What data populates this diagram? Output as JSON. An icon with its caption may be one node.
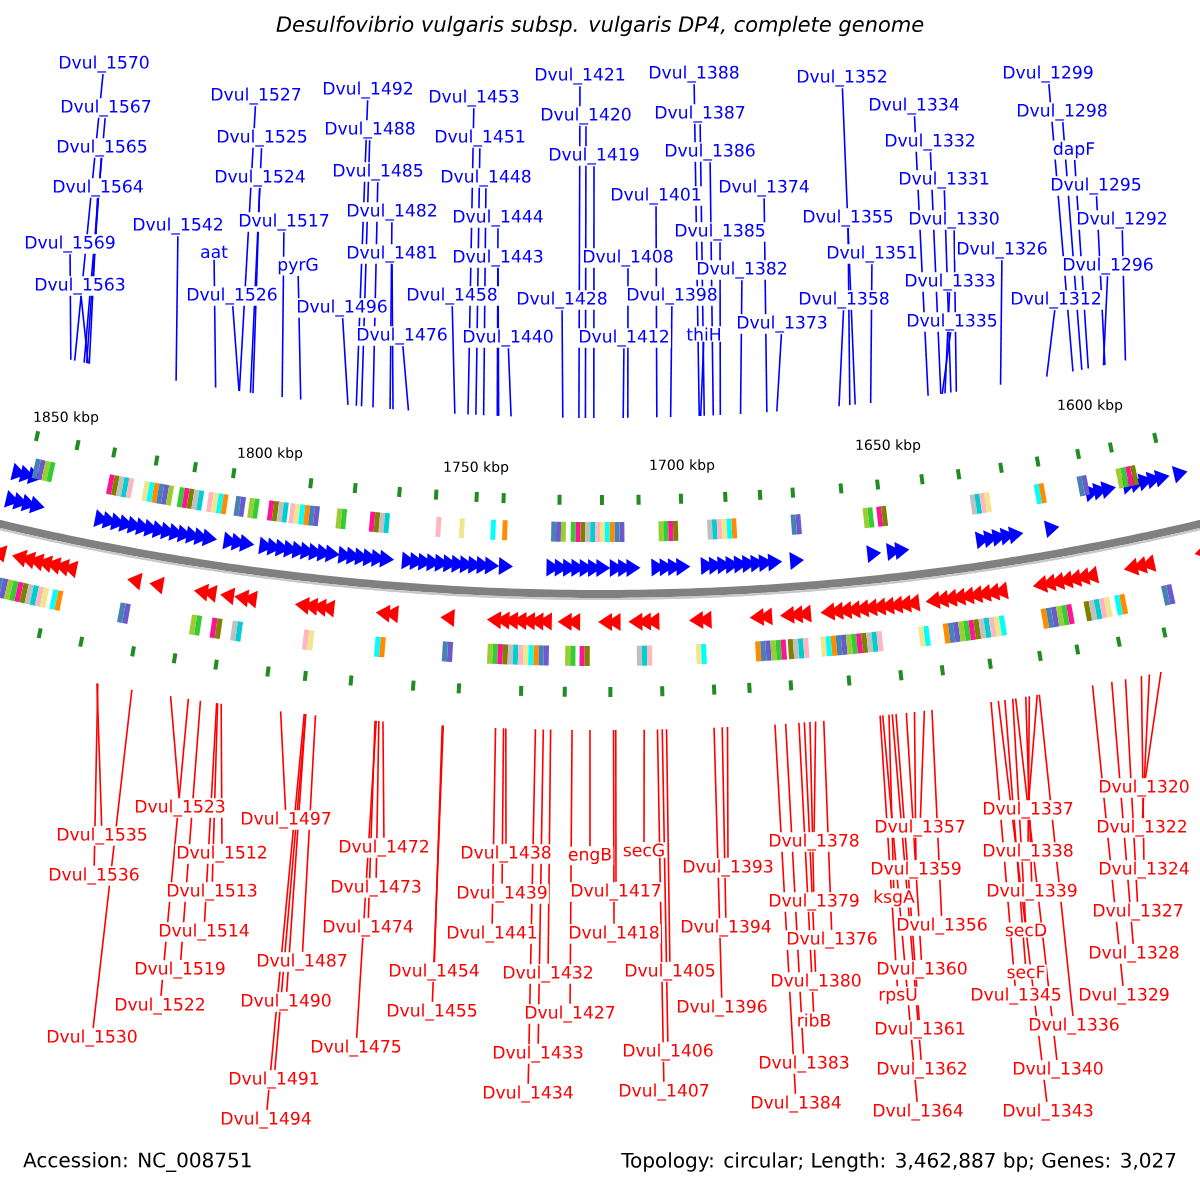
{
  "diagram": {
    "title": "Desulfovibrio vulgaris subsp. vulgaris DP4, complete genome",
    "nodes": [
      {
        "text": [
          "Dvul_1570"
        ]
      },
      {
        "text": [
          "Dvul_1567"
        ]
      },
      {
        "text": [
          "Dvul_1565"
        ]
      },
      {
        "text": [
          "Dvul_1564"
        ]
      },
      {
        "text": [
          "Dvul_1569"
        ]
      },
      {
        "text": [
          "Dvul_1563"
        ]
      },
      {
        "text": [
          "Dvul_1542"
        ]
      },
      {
        "text": [
          "aat"
        ]
      },
      {
        "text": [
          "Dvul_1527"
        ]
      },
      {
        "text": [
          "Dvul_1525"
        ]
      },
      {
        "text": [
          "Dvul_1524"
        ]
      },
      {
        "text": [
          "Dvul_1517"
        ]
      },
      {
        "text": [
          "Dvul_1526"
        ]
      },
      {
        "text": [
          "pyrG"
        ]
      },
      {
        "text": [
          "Dvul_1492"
        ]
      },
      {
        "text": [
          "Dvul_1488"
        ]
      },
      {
        "text": [
          "Dvul_1485"
        ]
      },
      {
        "text": [
          "Dvul_1482"
        ]
      },
      {
        "text": [
          "Dvul_1481"
        ]
      },
      {
        "text": [
          "Dvul_1496"
        ]
      },
      {
        "text": [
          "Dvul_1476"
        ]
      },
      {
        "text": [
          "Dvul_1453"
        ]
      },
      {
        "text": [
          "Dvul_1451"
        ]
      },
      {
        "text": [
          "Dvul_1448"
        ]
      },
      {
        "text": [
          "Dvul_1444"
        ]
      },
      {
        "text": [
          "Dvul_1443"
        ]
      },
      {
        "text": [
          "Dvul_1458"
        ]
      },
      {
        "text": [
          "Dvul_1440"
        ]
      },
      {
        "text": [
          "Dvul_1421"
        ]
      },
      {
        "text": [
          "Dvul_1420"
        ]
      },
      {
        "text": [
          "Dvul_1419"
        ]
      },
      {
        "text": [
          "Dvul_1428"
        ]
      },
      {
        "text": [
          "Dvul_1388"
        ]
      },
      {
        "text": [
          "Dvul_1387"
        ]
      },
      {
        "text": [
          "Dvul_1386"
        ]
      },
      {
        "text": [
          "Dvul_1401"
        ]
      },
      {
        "text": [
          "Dvul_1374"
        ]
      },
      {
        "text": [
          "Dvul_1385"
        ]
      },
      {
        "text": [
          "Dvul_1408"
        ]
      },
      {
        "text": [
          "Dvul_1398"
        ]
      },
      {
        "text": [
          "Dvul_1382"
        ]
      },
      {
        "text": [
          "thiH"
        ]
      },
      {
        "text": [
          "Dvul_1412"
        ]
      },
      {
        "text": [
          "Dvul_1373"
        ]
      },
      {
        "text": [
          "Dvul_1352"
        ]
      },
      {
        "text": [
          "Dvul_1355"
        ]
      },
      {
        "text": [
          "Dvul_1351"
        ]
      },
      {
        "text": [
          "Dvul_1358"
        ]
      },
      {
        "text": [
          "Dvul_1334"
        ]
      },
      {
        "text": [
          "Dvul_1332"
        ]
      },
      {
        "text": [
          "Dvul_1331"
        ]
      },
      {
        "text": [
          "Dvul_1330"
        ]
      },
      {
        "text": [
          "Dvul_1333"
        ]
      },
      {
        "text": [
          "Dvul_1335"
        ]
      },
      {
        "text": [
          "Dvul_1326"
        ]
      },
      {
        "text": [
          "Dvul_1312"
        ]
      },
      {
        "text": [
          "Dvul_1299"
        ]
      },
      {
        "text": [
          "Dvul_1298"
        ]
      },
      {
        "text": [
          "dapF"
        ]
      },
      {
        "text": [
          "Dvul_1295"
        ]
      },
      {
        "text": [
          "Dvul_1292"
        ]
      },
      {
        "text": [
          "Dvul_1296"
        ]
      },
      {
        "text": [
          "Dvul_1523"
        ]
      },
      {
        "text": [
          "Dvul_1535"
        ]
      },
      {
        "text": [
          "Dvul_1536"
        ]
      },
      {
        "text": [
          "Dvul_1512"
        ]
      },
      {
        "text": [
          "Dvul_1513"
        ]
      },
      {
        "text": [
          "Dvul_1514"
        ]
      },
      {
        "text": [
          "Dvul_1519"
        ]
      },
      {
        "text": [
          "Dvul_1522"
        ]
      },
      {
        "text": [
          "Dvul_1530"
        ]
      },
      {
        "text": [
          "Dvul_1497"
        ]
      },
      {
        "text": [
          "Dvul_1487"
        ]
      },
      {
        "text": [
          "Dvul_1490"
        ]
      },
      {
        "text": [
          "Dvul_1491"
        ]
      },
      {
        "text": [
          "Dvul_1494"
        ]
      },
      {
        "text": [
          "Dvul_1472"
        ]
      },
      {
        "text": [
          "Dvul_1473"
        ]
      },
      {
        "text": [
          "Dvul_1474"
        ]
      },
      {
        "text": [
          "Dvul_1475"
        ]
      },
      {
        "text": [
          "Dvul_1454"
        ]
      },
      {
        "text": [
          "Dvul_1455"
        ]
      },
      {
        "text": [
          "Dvul_1438"
        ]
      },
      {
        "text": [
          "Dvul_1439"
        ]
      },
      {
        "text": [
          "Dvul_1441"
        ]
      },
      {
        "text": [
          "Dvul_1432"
        ]
      },
      {
        "text": [
          "Dvul_1433"
        ]
      },
      {
        "text": [
          "Dvul_1434"
        ]
      },
      {
        "text": [
          "engB"
        ]
      },
      {
        "text": [
          "secG"
        ]
      },
      {
        "text": [
          "Dvul_1417"
        ]
      },
      {
        "text": [
          "Dvul_1418"
        ]
      },
      {
        "text": [
          "Dvul_1427"
        ]
      },
      {
        "text": [
          "Dvul_1405"
        ]
      },
      {
        "text": [
          "Dvul_1406"
        ]
      },
      {
        "text": [
          "Dvul_1407"
        ]
      },
      {
        "text": [
          "Dvul_1393"
        ]
      },
      {
        "text": [
          "Dvul_1394"
        ]
      },
      {
        "text": [
          "Dvul_1396"
        ]
      },
      {
        "text": [
          "Dvul_1378"
        ]
      },
      {
        "text": [
          "Dvul_1379"
        ]
      },
      {
        "text": [
          "Dvul_1376"
        ]
      },
      {
        "text": [
          "Dvul_1380"
        ]
      },
      {
        "text": [
          "ribB"
        ]
      },
      {
        "text": [
          "Dvul_1383"
        ]
      },
      {
        "text": [
          "Dvul_1384"
        ]
      },
      {
        "text": [
          "Dvul_1357"
        ]
      },
      {
        "text": [
          "Dvul_1359"
        ]
      },
      {
        "text": [
          "ksgA"
        ]
      },
      {
        "text": [
          "Dvul_1356"
        ]
      },
      {
        "text": [
          "Dvul_1360"
        ]
      },
      {
        "text": [
          "rpsU"
        ]
      },
      {
        "text": [
          "Dvul_1361"
        ]
      },
      {
        "text": [
          "Dvul_1362"
        ]
      },
      {
        "text": [
          "Dvul_1364"
        ]
      },
      {
        "text": [
          "Dvul_1337"
        ]
      },
      {
        "text": [
          "Dvul_1338"
        ]
      },
      {
        "text": [
          "Dvul_1339"
        ]
      },
      {
        "text": [
          "secD"
        ]
      },
      {
        "text": [
          "secF"
        ]
      },
      {
        "text": [
          "Dvul_1345"
        ]
      },
      {
        "text": [
          "Dvul_1336"
        ]
      },
      {
        "text": [
          "Dvul_1340"
        ]
      },
      {
        "text": [
          "Dvul_1343"
        ]
      },
      {
        "text": [
          "Dvul_1320"
        ]
      },
      {
        "text": [
          "Dvul_1322"
        ]
      },
      {
        "text": [
          "Dvul_1324"
        ]
      },
      {
        "text": [
          "Dvul_1327"
        ]
      },
      {
        "text": [
          "Dvul_1328"
        ]
      },
      {
        "text": [
          "Dvul_1329"
        ]
      }
    ],
    "edges": [
      {
        "from": 0,
        "to": null,
        "arrow": "none",
        "color": "#0000ff"
      },
      {
        "from": 1,
        "to": null,
        "arrow": "none",
        "color": "#0000ff"
      },
      {
        "from": 2,
        "to": null,
        "arrow": "none",
        "color": "#0000ff"
      },
      {
        "from": 3,
        "to": null,
        "arrow": "none",
        "color": "#0000ff"
      },
      {
        "from": 4,
        "to": null,
        "arrow": "none",
        "color": "#0000ff"
      },
      {
        "from": 5,
        "to": null,
        "arrow": "none",
        "color": "#0000ff"
      },
      {
        "from": 6,
        "to": null,
        "arrow": "none",
        "color": "#0000ff"
      },
      {
        "from": 7,
        "to": null,
        "arrow": "none",
        "color": "#0000ff"
      },
      {
        "from": 8,
        "to": null,
        "arrow": "none",
        "color": "#0000ff"
      },
      {
        "from": 9,
        "to": null,
        "arrow": "none",
        "color": "#0000ff"
      },
      {
        "from": 10,
        "to": null,
        "arrow": "none",
        "color": "#0000ff"
      },
      {
        "from": 11,
        "to": null,
        "arrow": "none",
        "color": "#0000ff"
      },
      {
        "from": 12,
        "to": null,
        "arrow": "none",
        "color": "#0000ff"
      },
      {
        "from": 13,
        "to": null,
        "arrow": "none",
        "color": "#0000ff"
      },
      {
        "from": 14,
        "to": null,
        "arrow": "none",
        "color": "#0000ff"
      },
      {
        "from": 15,
        "to": null,
        "arrow": "none",
        "color": "#0000ff"
      },
      {
        "from": 16,
        "to": null,
        "arrow": "none",
        "color": "#0000ff"
      },
      {
        "from": 17,
        "to": null,
        "arrow": "none",
        "color": "#0000ff"
      },
      {
        "from": 18,
        "to": null,
        "arrow": "none",
        "color": "#0000ff"
      },
      {
        "from": 19,
        "to": null,
        "arrow": "none",
        "color": "#0000ff"
      },
      {
        "from": 20,
        "to": null,
        "arrow": "none",
        "color": "#0000ff"
      },
      {
        "from": 21,
        "to": null,
        "arrow": "none",
        "color": "#0000ff"
      },
      {
        "from": 22,
        "to": null,
        "arrow": "none",
        "color": "#0000ff"
      },
      {
        "from": 23,
        "to": null,
        "arrow": "none",
        "color": "#0000ff"
      },
      {
        "from": 24,
        "to": null,
        "arrow": "none",
        "color": "#0000ff"
      },
      {
        "from": 25,
        "to": null,
        "arrow": "none",
        "color": "#0000ff"
      },
      {
        "from": 26,
        "to": null,
        "arrow": "none",
        "color": "#0000ff"
      },
      {
        "from": 27,
        "to": null,
        "arrow": "none",
        "color": "#0000ff"
      },
      {
        "from": 28,
        "to": null,
        "arrow": "none",
        "color": "#0000ff"
      },
      {
        "from": 29,
        "to": null,
        "arrow": "none",
        "color": "#0000ff"
      },
      {
        "from": 30,
        "to": null,
        "arrow": "none",
        "color": "#0000ff"
      },
      {
        "from": 31,
        "to": null,
        "arrow": "none",
        "color": "#0000ff"
      },
      {
        "from": 32,
        "to": null,
        "arrow": "none",
        "color": "#0000ff"
      },
      {
        "from": 33,
        "to": null,
        "arrow": "none",
        "color": "#0000ff"
      },
      {
        "from": 34,
        "to": null,
        "arrow": "none",
        "color": "#0000ff"
      },
      {
        "from": 35,
        "to": null,
        "arrow": "none",
        "color": "#0000ff"
      },
      {
        "from": 36,
        "to": null,
        "arrow": "none",
        "color": "#0000ff"
      },
      {
        "from": 37,
        "to": null,
        "arrow": "none",
        "color": "#0000ff"
      },
      {
        "from": 38,
        "to": null,
        "arrow": "none",
        "color": "#0000ff"
      },
      {
        "from": 39,
        "to": null,
        "arrow": "none",
        "color": "#0000ff"
      },
      {
        "from": 40,
        "to": null,
        "arrow": "none",
        "color": "#0000ff"
      },
      {
        "from": 41,
        "to": null,
        "arrow": "none",
        "color": "#0000ff"
      },
      {
        "from": 42,
        "to": null,
        "arrow": "none",
        "color": "#0000ff"
      },
      {
        "from": 43,
        "to": null,
        "arrow": "none",
        "color": "#0000ff"
      },
      {
        "from": 44,
        "to": null,
        "arrow": "none",
        "color": "#0000ff"
      },
      {
        "from": 45,
        "to": null,
        "arrow": "none",
        "color": "#0000ff"
      },
      {
        "from": 46,
        "to": null,
        "arrow": "none",
        "color": "#0000ff"
      },
      {
        "from": 47,
        "to": null,
        "arrow": "none",
        "color": "#0000ff"
      },
      {
        "from": 48,
        "to": null,
        "arrow": "none",
        "color": "#0000ff"
      },
      {
        "from": 49,
        "to": null,
        "arrow": "none",
        "color": "#0000ff"
      },
      {
        "from": 50,
        "to": null,
        "arrow": "none",
        "color": "#0000ff"
      },
      {
        "from": 51,
        "to": null,
        "arrow": "none",
        "color": "#0000ff"
      },
      {
        "from": 52,
        "to": null,
        "arrow": "none",
        "color": "#0000ff"
      },
      {
        "from": 53,
        "to": null,
        "arrow": "none",
        "color": "#0000ff"
      },
      {
        "from": 54,
        "to": null,
        "arrow": "none",
        "color": "#0000ff"
      },
      {
        "from": 55,
        "to": null,
        "arrow": "none",
        "color": "#0000ff"
      },
      {
        "from": 56,
        "to": null,
        "arrow": "none",
        "color": "#0000ff"
      },
      {
        "from": 57,
        "to": null,
        "arrow": "none",
        "color": "#0000ff"
      },
      {
        "from": 58,
        "to": null,
        "arrow": "none",
        "color": "#0000ff"
      },
      {
        "from": 59,
        "to": null,
        "arrow": "none",
        "color": "#0000ff"
      },
      {
        "from": 60,
        "to": null,
        "arrow": "none",
        "color": "#0000ff"
      },
      {
        "from": 61,
        "to": null,
        "arrow": "none",
        "color": "#0000ff"
      },
      {
        "from": 62,
        "to": null,
        "arrow": "none",
        "color": "#ff0000"
      },
      {
        "from": 63,
        "to": null,
        "arrow": "none",
        "color": "#ff0000"
      },
      {
        "from": 64,
        "to": null,
        "arrow": "none",
        "color": "#ff0000"
      },
      {
        "from": 65,
        "to": null,
        "arrow": "none",
        "color": "#ff0000"
      },
      {
        "from": 66,
        "to": null,
        "arrow": "none",
        "color": "#ff0000"
      },
      {
        "from": 67,
        "to": null,
        "arrow": "none",
        "color": "#ff0000"
      },
      {
        "from": 68,
        "to": null,
        "arrow": "none",
        "color": "#ff0000"
      },
      {
        "from": 69,
        "to": null,
        "arrow": "none",
        "color": "#ff0000"
      },
      {
        "from": 70,
        "to": null,
        "arrow": "none",
        "color": "#ff0000"
      },
      {
        "from": 71,
        "to": null,
        "arrow": "none",
        "color": "#ff0000"
      },
      {
        "from": 72,
        "to": null,
        "arrow": "none",
        "color": "#ff0000"
      },
      {
        "from": 73,
        "to": null,
        "arrow": "none",
        "color": "#ff0000"
      },
      {
        "from": 74,
        "to": null,
        "arrow": "none",
        "color": "#ff0000"
      },
      {
        "from": 75,
        "to": null,
        "arrow": "none",
        "color": "#ff0000"
      },
      {
        "from": 76,
        "to": null,
        "arrow": "none",
        "color": "#ff0000"
      },
      {
        "from": 77,
        "to": null,
        "arrow": "none",
        "color": "#ff0000"
      },
      {
        "from": 78,
        "to": null,
        "arrow": "none",
        "color": "#ff0000"
      },
      {
        "from": 79,
        "to": null,
        "arrow": "none",
        "color": "#ff0000"
      },
      {
        "from": 80,
        "to": null,
        "arrow": "none",
        "color": "#ff0000"
      },
      {
        "from": 81,
        "to": null,
        "arrow": "none",
        "color": "#ff0000"
      },
      {
        "from": 82,
        "to": null,
        "arrow": "none",
        "color": "#ff0000"
      },
      {
        "from": 83,
        "to": null,
        "arrow": "none",
        "color": "#ff0000"
      },
      {
        "from": 84,
        "to": null,
        "arrow": "none",
        "color": "#ff0000"
      },
      {
        "from": 85,
        "to": null,
        "arrow": "none",
        "color": "#ff0000"
      },
      {
        "from": 86,
        "to": null,
        "arrow": "none",
        "color": "#ff0000"
      },
      {
        "from": 87,
        "to": null,
        "arrow": "none",
        "color": "#ff0000"
      },
      {
        "from": 88,
        "to": null,
        "arrow": "none",
        "color": "#ff0000"
      },
      {
        "from": 89,
        "to": null,
        "arrow": "none",
        "color": "#ff0000"
      },
      {
        "from": 90,
        "to": null,
        "arrow": "none",
        "color": "#ff0000"
      },
      {
        "from": 91,
        "to": null,
        "arrow": "none",
        "color": "#ff0000"
      },
      {
        "from": 92,
        "to": null,
        "arrow": "none",
        "color": "#ff0000"
      },
      {
        "from": 93,
        "to": null,
        "arrow": "none",
        "color": "#ff0000"
      },
      {
        "from": 94,
        "to": null,
        "arrow": "none",
        "color": "#ff0000"
      },
      {
        "from": 95,
        "to": null,
        "arrow": "none",
        "color": "#ff0000"
      },
      {
        "from": 96,
        "to": null,
        "arrow": "none",
        "color": "#ff0000"
      },
      {
        "from": 97,
        "to": null,
        "arrow": "none",
        "color": "#ff0000"
      },
      {
        "from": 98,
        "to": null,
        "arrow": "none",
        "color": "#ff0000"
      },
      {
        "from": 99,
        "to": null,
        "arrow": "none",
        "color": "#ff0000"
      },
      {
        "from": 100,
        "to": null,
        "arrow": "none",
        "color": "#ff0000"
      },
      {
        "from": 101,
        "to": null,
        "arrow": "none",
        "color": "#ff0000"
      },
      {
        "from": 102,
        "to": null,
        "arrow": "none",
        "color": "#ff0000"
      },
      {
        "from": 103,
        "to": null,
        "arrow": "none",
        "color": "#ff0000"
      },
      {
        "from": 104,
        "to": null,
        "arrow": "none",
        "color": "#ff0000"
      },
      {
        "from": 105,
        "to": null,
        "arrow": "none",
        "color": "#ff0000"
      },
      {
        "from": 106,
        "to": null,
        "arrow": "none",
        "color": "#ff0000"
      },
      {
        "from": 107,
        "to": null,
        "arrow": "none",
        "color": "#ff0000"
      },
      {
        "from": 108,
        "to": null,
        "arrow": "none",
        "color": "#ff0000"
      },
      {
        "from": 109,
        "to": null,
        "arrow": "none",
        "color": "#ff0000"
      },
      {
        "from": 110,
        "to": null,
        "arrow": "none",
        "color": "#ff0000"
      },
      {
        "from": 111,
        "to": null,
        "arrow": "none",
        "color": "#ff0000"
      },
      {
        "from": 112,
        "to": null,
        "arrow": "none",
        "color": "#ff0000"
      },
      {
        "from": 113,
        "to": null,
        "arrow": "none",
        "color": "#ff0000"
      },
      {
        "from": 114,
        "to": null,
        "arrow": "none",
        "color": "#ff0000"
      },
      {
        "from": 115,
        "to": null,
        "arrow": "none",
        "color": "#ff0000"
      },
      {
        "from": 116,
        "to": null,
        "arrow": "none",
        "color": "#ff0000"
      },
      {
        "from": 117,
        "to": null,
        "arrow": "none",
        "color": "#ff0000"
      },
      {
        "from": 118,
        "to": null,
        "arrow": "none",
        "color": "#ff0000"
      },
      {
        "from": 119,
        "to": null,
        "arrow": "none",
        "color": "#ff0000"
      },
      {
        "from": 120,
        "to": null,
        "arrow": "none",
        "color": "#ff0000"
      },
      {
        "from": 121,
        "to": null,
        "arrow": "none",
        "color": "#ff0000"
      },
      {
        "from": 122,
        "to": null,
        "arrow": "none",
        "color": "#ff0000"
      },
      {
        "from": 123,
        "to": null,
        "arrow": "none",
        "color": "#ff0000"
      },
      {
        "from": 124,
        "to": null,
        "arrow": "none",
        "color": "#ff0000"
      },
      {
        "from": 125,
        "to": null,
        "arrow": "none",
        "color": "#ff0000"
      },
      {
        "from": 126,
        "to": null,
        "arrow": "none",
        "color": "#ff0000"
      },
      {
        "from": 127,
        "to": null,
        "arrow": "none",
        "color": "#ff0000"
      },
      {
        "from": 128,
        "to": null,
        "arrow": "none",
        "color": "#ff0000"
      },
      {
        "from": 129,
        "to": null,
        "arrow": "none",
        "color": "#ff0000"
      }
    ],
    "labels": [
      "1850 kbp",
      "1800 kbp",
      "1750 kbp",
      "1700 kbp",
      "1650 kbp",
      "1600 kbp",
      "Accession: NC_008751",
      "Topology: circular; Length: 3,462,887 bp; Genes: 3,027"
    ]
  }
}
